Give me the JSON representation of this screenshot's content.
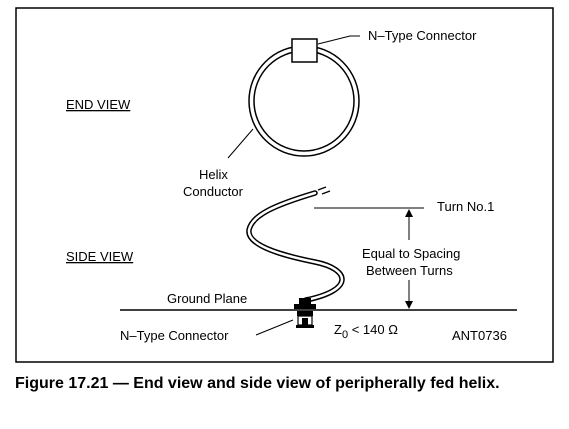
{
  "labels": {
    "end_view": "END VIEW",
    "side_view": "SIDE VIEW",
    "n_type_top": "N–Type Connector",
    "helix_line1": "Helix",
    "helix_line2": "Conductor",
    "turn_no1": "Turn No.1",
    "equal_line1": "Equal to Spacing",
    "equal_line2": "Between Turns",
    "ground_plane": "Ground Plane",
    "n_type_bottom": "N–Type Connector",
    "z_symbol": "Z",
    "z_subscript": "0",
    "z_condition": " < 140 Ω",
    "figure_id": "ANT0736"
  },
  "caption": "Figure 17.21 — End view and side view of peripherally fed helix."
}
